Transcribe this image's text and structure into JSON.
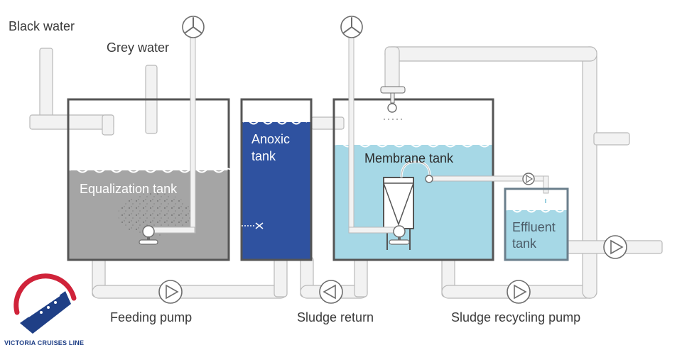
{
  "labels": {
    "black_water": "Black water",
    "grey_water": "Grey water",
    "equalization_tank": "Equalization tank",
    "anoxic_tank_line1": "Anoxic",
    "anoxic_tank_line2": "tank",
    "membrane_tank": "Membrane tank",
    "effluent_tank_line1": "Effluent",
    "effluent_tank_line2": "tank",
    "feeding_pump": "Feeding pump",
    "sludge_return": "Sludge return",
    "sludge_recycling_pump": "Sludge recycling pump"
  },
  "logo": {
    "text": "VICTORIA CRUISES LINE"
  },
  "colors": {
    "equalization_fill": "#a5a5a5",
    "anoxic_fill": "#2f52a0",
    "membrane_fill": "#a6d8e6",
    "effluent_fill": "#a6d8e6",
    "pipe_fill": "#f2f2f2",
    "pipe_stroke": "#b9b9b9",
    "tank_wall": "#555555",
    "logo_blue": "#1f3f86",
    "logo_red": "#d0233a"
  },
  "icons": [
    "blower-icon",
    "pump-icon",
    "diffuser-icon",
    "membrane-module-icon",
    "ship-logo-icon"
  ]
}
